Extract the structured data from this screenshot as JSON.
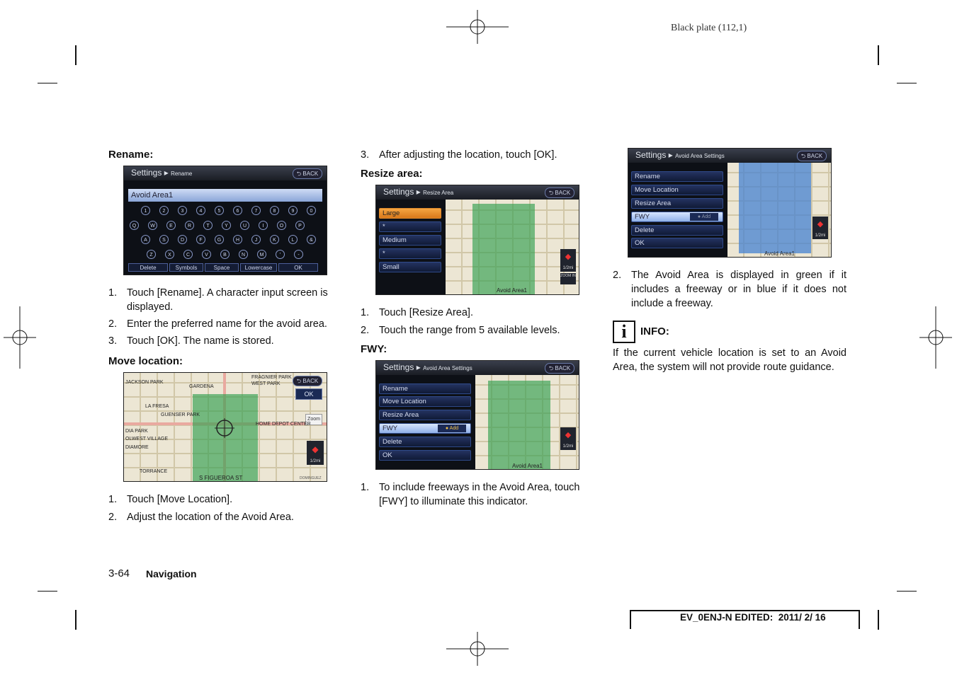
{
  "header": {
    "plate": "Black plate (112,1)"
  },
  "rename": {
    "heading": "Rename:",
    "screen": {
      "title": "Settings",
      "subtitle": "Rename",
      "back": "BACK",
      "field_value": "Avoid Area1",
      "row1": [
        "1",
        "2",
        "3",
        "4",
        "5",
        "6",
        "7",
        "8",
        "9",
        "0"
      ],
      "row2": [
        "Q",
        "W",
        "E",
        "R",
        "T",
        "Y",
        "U",
        "I",
        "O",
        "P"
      ],
      "row3": [
        "A",
        "S",
        "D",
        "F",
        "G",
        "H",
        "J",
        "K",
        "L",
        "&"
      ],
      "row4": [
        "Z",
        "X",
        "C",
        "V",
        "B",
        "N",
        "M",
        "'",
        "-"
      ],
      "buttons": [
        "Delete",
        "Symbols",
        "Space",
        "Lowercase",
        "OK"
      ]
    },
    "steps": [
      {
        "n": "1.",
        "t": "Touch [Rename]. A character input screen is displayed."
      },
      {
        "n": "2.",
        "t": "Enter the preferred name for the avoid area."
      },
      {
        "n": "3.",
        "t": "Touch [OK]. The name is stored."
      }
    ]
  },
  "move": {
    "heading": "Move location:",
    "screen": {
      "back": "BACK",
      "ok": "OK",
      "zoom": "Zoom",
      "scale": "1/2mi",
      "labels": [
        "FRAGNIER PARK",
        "WEST PARK",
        "GARDENA",
        "JACKSON PARK",
        "LA FRESA",
        "GUENSER PARK",
        "HOME DEPOT CENTER",
        "OLWEST VILLAGE",
        "DIAMORE",
        "DIA PARK",
        "TORRANCE",
        "S FIGUEROA ST",
        "DOMINGUEZ"
      ]
    },
    "steps": [
      {
        "n": "1.",
        "t": "Touch [Move Location]."
      },
      {
        "n": "2.",
        "t": "Adjust the location of the Avoid Area."
      }
    ]
  },
  "col2": {
    "step3": {
      "n": "3.",
      "t": "After adjusting the location, touch [OK]."
    },
    "resize_heading": "Resize area:",
    "resize_screen": {
      "title": "Settings",
      "subtitle": "Resize Area",
      "back": "BACK",
      "items": [
        "Large",
        "*",
        "Medium",
        "*",
        "Small"
      ],
      "footer": "Avoid Area1",
      "scale": "1/2mi",
      "zoom": "ZOOM IN"
    },
    "resize_steps": [
      {
        "n": "1.",
        "t": "Touch [Resize Area]."
      },
      {
        "n": "2.",
        "t": "Touch the range from 5 available levels."
      }
    ],
    "fwy_heading": "FWY:",
    "fwy_screen": {
      "title": "Settings",
      "subtitle": "Avoid Area Settings",
      "back": "BACK",
      "items": [
        "Rename",
        "Move Location",
        "Resize Area",
        "FWY",
        "Delete",
        "OK"
      ],
      "add": "Add",
      "footer": "Avoid Area1",
      "scale": "1/2mi"
    },
    "fwy_steps": [
      {
        "n": "1.",
        "t": "To include freeways in the Avoid Area, touch [FWY] to illuminate this indicator."
      }
    ]
  },
  "col3": {
    "screen": {
      "title": "Settings",
      "subtitle": "Avoid Area Settings",
      "back": "BACK",
      "items": [
        "Rename",
        "Move Location",
        "Resize Area",
        "FWY",
        "Delete",
        "OK"
      ],
      "add": "Add",
      "footer": "Avoid Area1",
      "scale": "1/2mi"
    },
    "step2": {
      "n": "2.",
      "t": "The Avoid Area is displayed in green if it includes a freeway or in blue if it does not include a freeway."
    },
    "info_icon": "i",
    "info_heading": "INFO:",
    "info_text": "If the current vehicle location is set to an Avoid Area, the system will not provide route guidance."
  },
  "footer": {
    "page_num": "3-64",
    "section": "Navigation",
    "edition": "EV_0ENJ-N EDITED:  2011/ 2/ 16"
  }
}
